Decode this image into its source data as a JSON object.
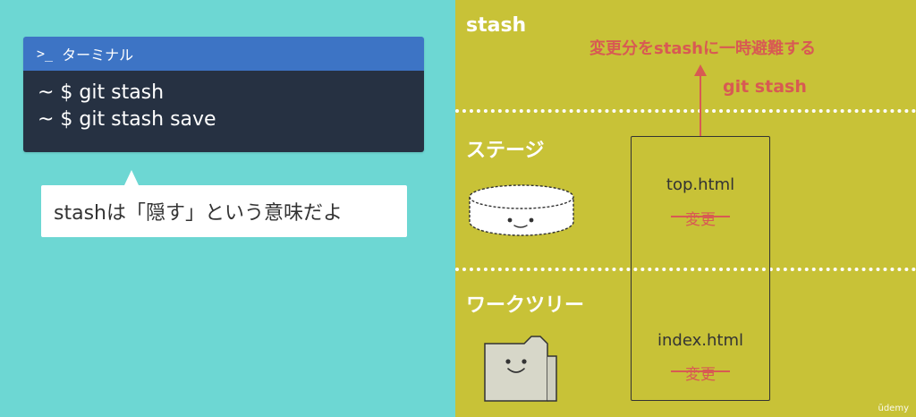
{
  "terminal": {
    "title": "ターミナル",
    "lines": [
      "~ $ git stash",
      "~ $ git stash save"
    ]
  },
  "bubble": {
    "text": "stashは「隠す」という意味だよ"
  },
  "areas": {
    "stash": "stash",
    "stage": "ステージ",
    "worktree": "ワークツリー"
  },
  "action": {
    "title": "変更分をstashに一時避難する",
    "command": "git stash"
  },
  "files": [
    {
      "name": "top.html",
      "change": "変更"
    },
    {
      "name": "index.html",
      "change": "変更"
    }
  ],
  "watermark": "ūdemy",
  "colors": {
    "left_bg": "#6dd7d3",
    "right_bg": "#c8c237",
    "terminal_header": "#3d74c5",
    "terminal_body": "#263142",
    "accent_red": "#d85a53"
  }
}
